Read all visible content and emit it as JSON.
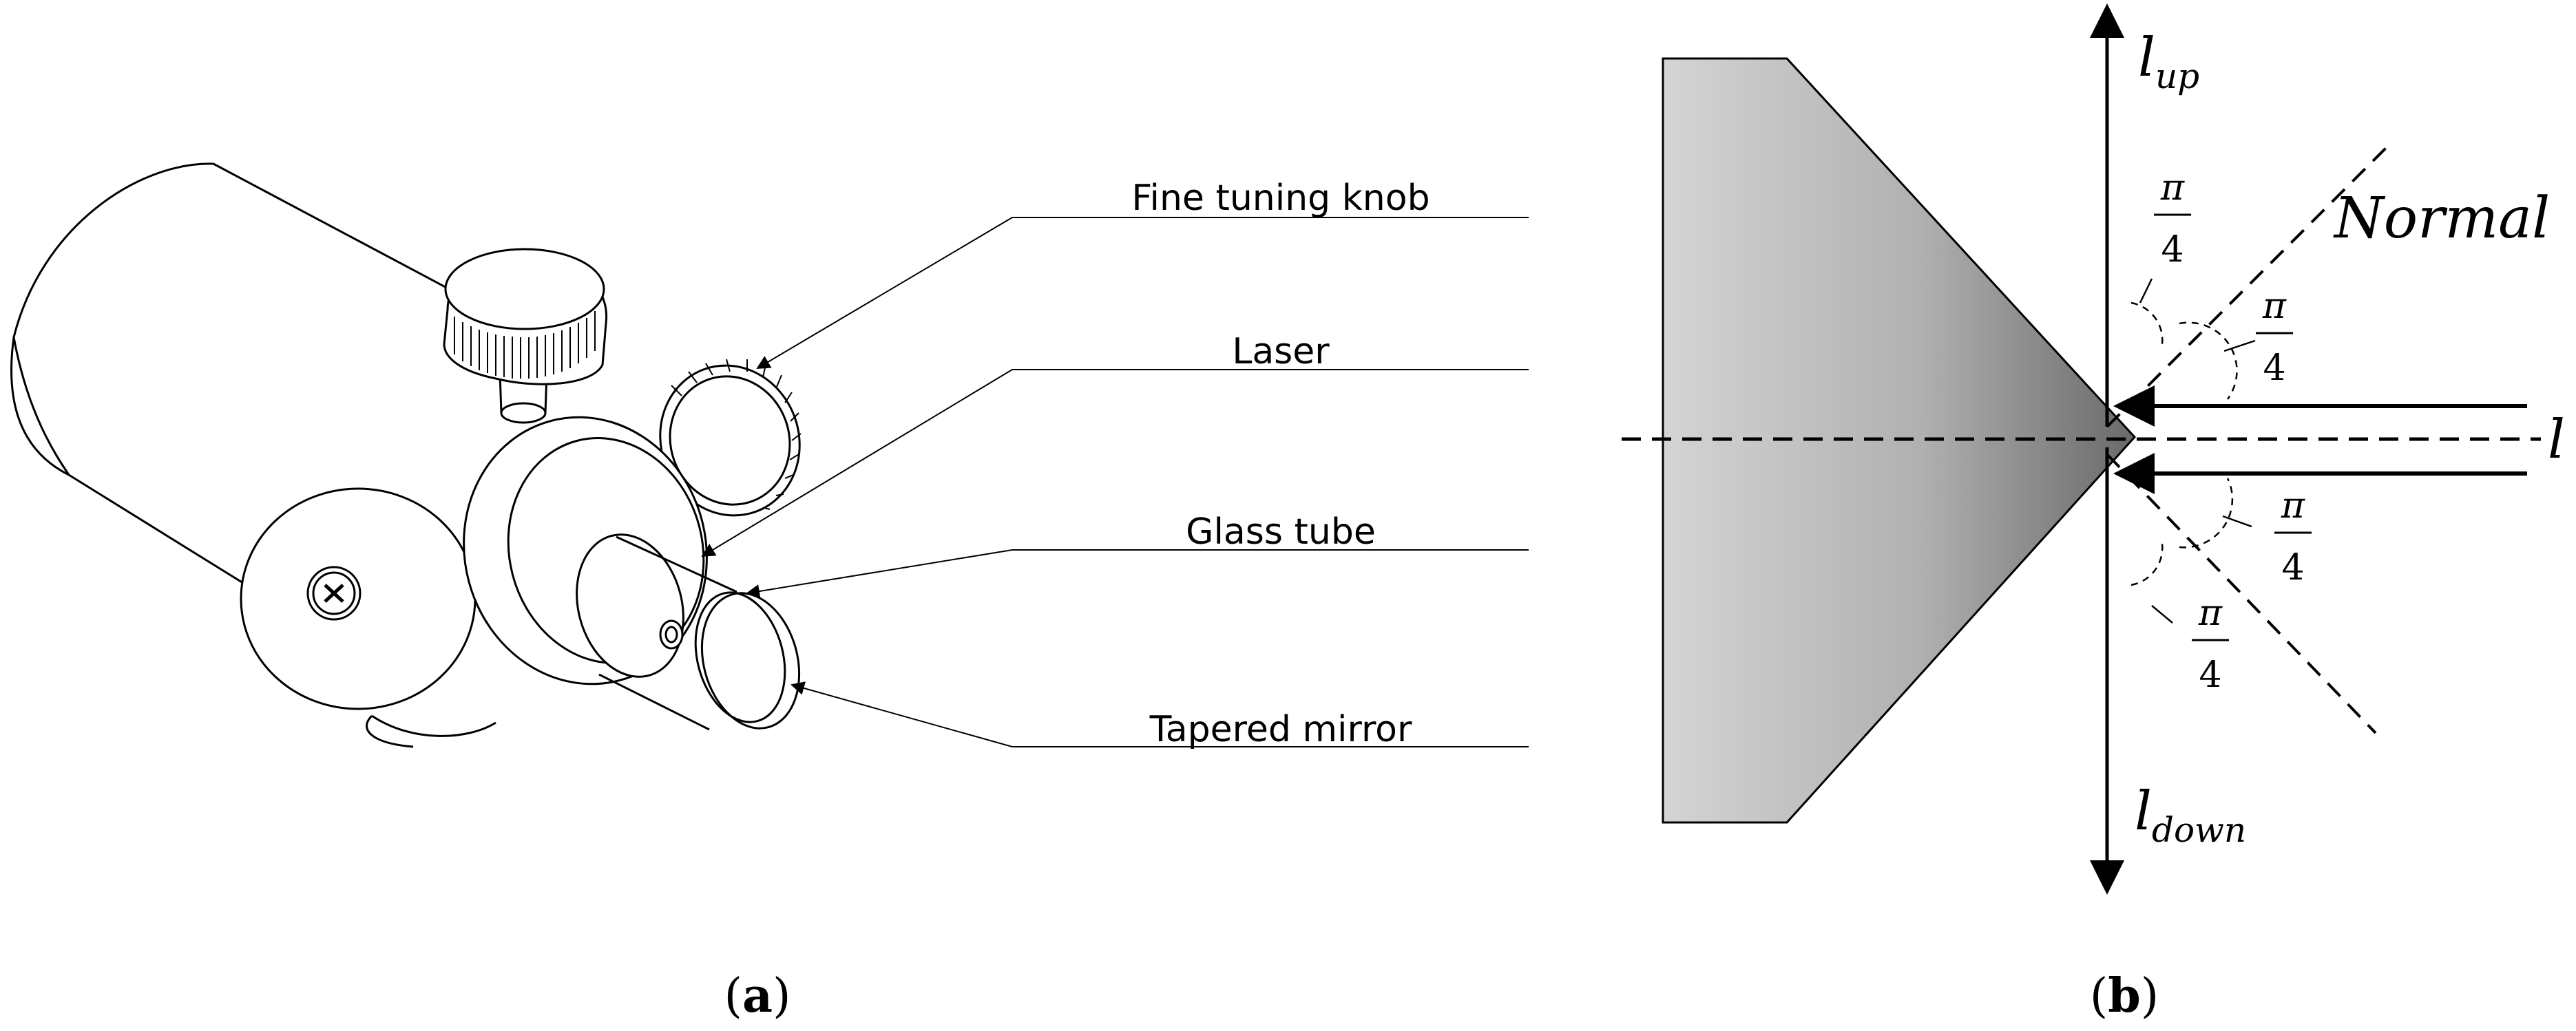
{
  "panel_a": {
    "caption_open": "(",
    "caption_letter": "a",
    "caption_close": ")",
    "labels": {
      "fine_tuning_knob": "Fine tuning knob",
      "laser": "Laser",
      "glass_tube": "Glass tube",
      "tapered_mirror": "Tapered mirror"
    }
  },
  "panel_b": {
    "caption_open": "(",
    "caption_letter": "b",
    "caption_close": ")",
    "l_up_main": "l",
    "l_up_sub": "up",
    "l_down_main": "l",
    "l_down_sub": "down",
    "l_main": "l",
    "normal": "Normal",
    "angle_numerator": "π",
    "angle_denominator": "4"
  },
  "colors": {
    "line": "#000000",
    "mirror_light": "#d8d8d8",
    "mirror_dark": "#707070"
  }
}
